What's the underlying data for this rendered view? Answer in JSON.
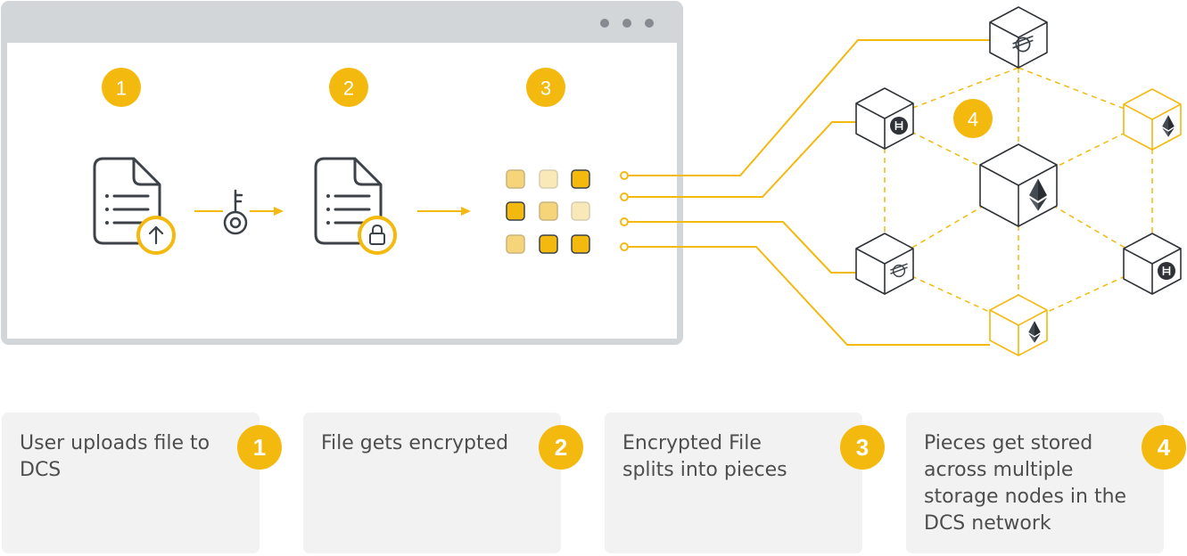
{
  "colors": {
    "accent": "#f4b90e",
    "accent_light": "#f6d47a",
    "accent_pale": "#f9e8b8",
    "stroke": "#3c4248",
    "frame": "#d2d6d9",
    "card_bg": "#f2f2f2",
    "text": "#4e4e4e"
  },
  "window": {
    "dots": [
      "window-dot",
      "window-dot",
      "window-dot"
    ]
  },
  "diagram": {
    "step_badges": [
      "1",
      "2",
      "3",
      "4"
    ],
    "icons": [
      "upload-file-icon",
      "key-icon",
      "locked-file-icon",
      "file-pieces-grid",
      "storage-node-cube"
    ],
    "node_logos": [
      "stellar-logo",
      "hedera-logo",
      "ethereum-logo"
    ]
  },
  "cards": [
    {
      "text": "User uploads file to DCS",
      "badge": "1"
    },
    {
      "text": "File gets encrypted",
      "badge": "2"
    },
    {
      "text": "Encrypted File splits into pieces",
      "badge": "3"
    },
    {
      "text": "Pieces get stored across multiple storage nodes in the DCS network",
      "badge": "4"
    }
  ]
}
